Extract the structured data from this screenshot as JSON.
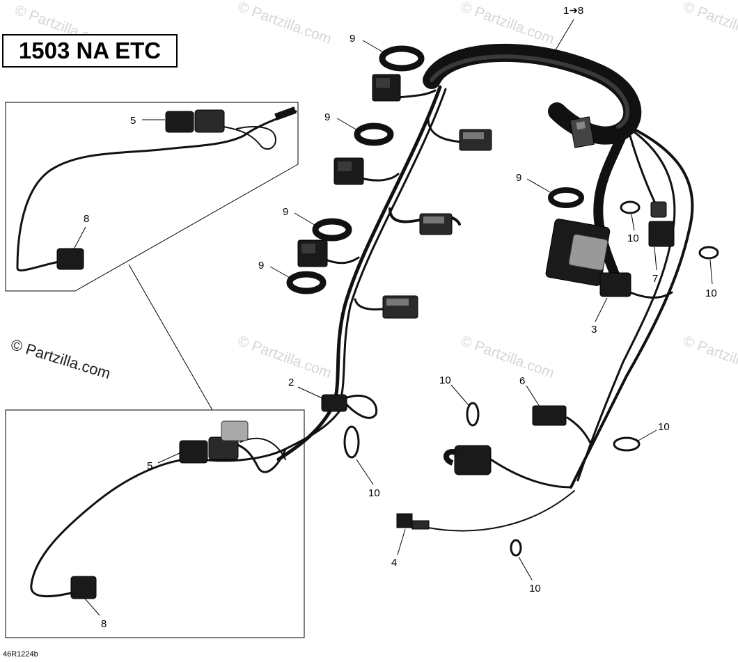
{
  "title": "1503 NA ETC",
  "diagram_code": "46R1224b",
  "watermark": "© Partzilla.com",
  "callouts": {
    "c_1to8": "1➔8",
    "c_9a": "9",
    "c_9b": "9",
    "c_9c": "9",
    "c_9d": "9",
    "c_9e": "9",
    "c_10a": "10",
    "c_10b": "10",
    "c_10c": "10",
    "c_10d": "10",
    "c_10e": "10",
    "c_10f": "10",
    "c_7": "7",
    "c_3": "3",
    "c_2": "2",
    "c_6": "6",
    "c_4": "4",
    "c_5a": "5",
    "c_8a": "8",
    "c_5b": "5",
    "c_8b": "8"
  }
}
